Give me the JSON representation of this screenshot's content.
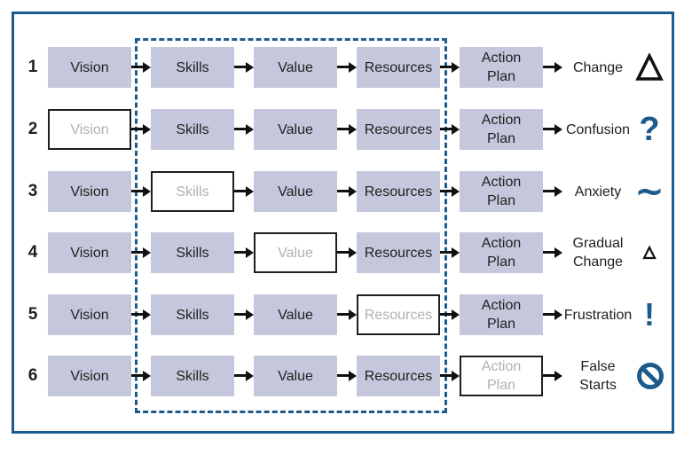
{
  "columns": [
    "Vision",
    "Skills",
    "Value",
    "Resources",
    "Action Plan"
  ],
  "rows": [
    {
      "number": "1",
      "missing": -1,
      "outcome": "Change",
      "symbol": "delta-large"
    },
    {
      "number": "2",
      "missing": 0,
      "outcome": "Confusion",
      "symbol": "question"
    },
    {
      "number": "3",
      "missing": 1,
      "outcome": "Anxiety",
      "symbol": "tilde"
    },
    {
      "number": "4",
      "missing": 2,
      "outcome": "Gradual Change",
      "symbol": "delta-small"
    },
    {
      "number": "5",
      "missing": 3,
      "outcome": "Frustration",
      "symbol": "exclamation"
    },
    {
      "number": "6",
      "missing": 4,
      "outcome": "False Starts",
      "symbol": "no-sign"
    }
  ],
  "symbols": {
    "question": "?",
    "tilde": "~",
    "exclamation": "!"
  },
  "colors": {
    "accent": "#1d5b8c",
    "box_fill": "#c5c8dc",
    "missing_text": "#b0b0b0"
  }
}
